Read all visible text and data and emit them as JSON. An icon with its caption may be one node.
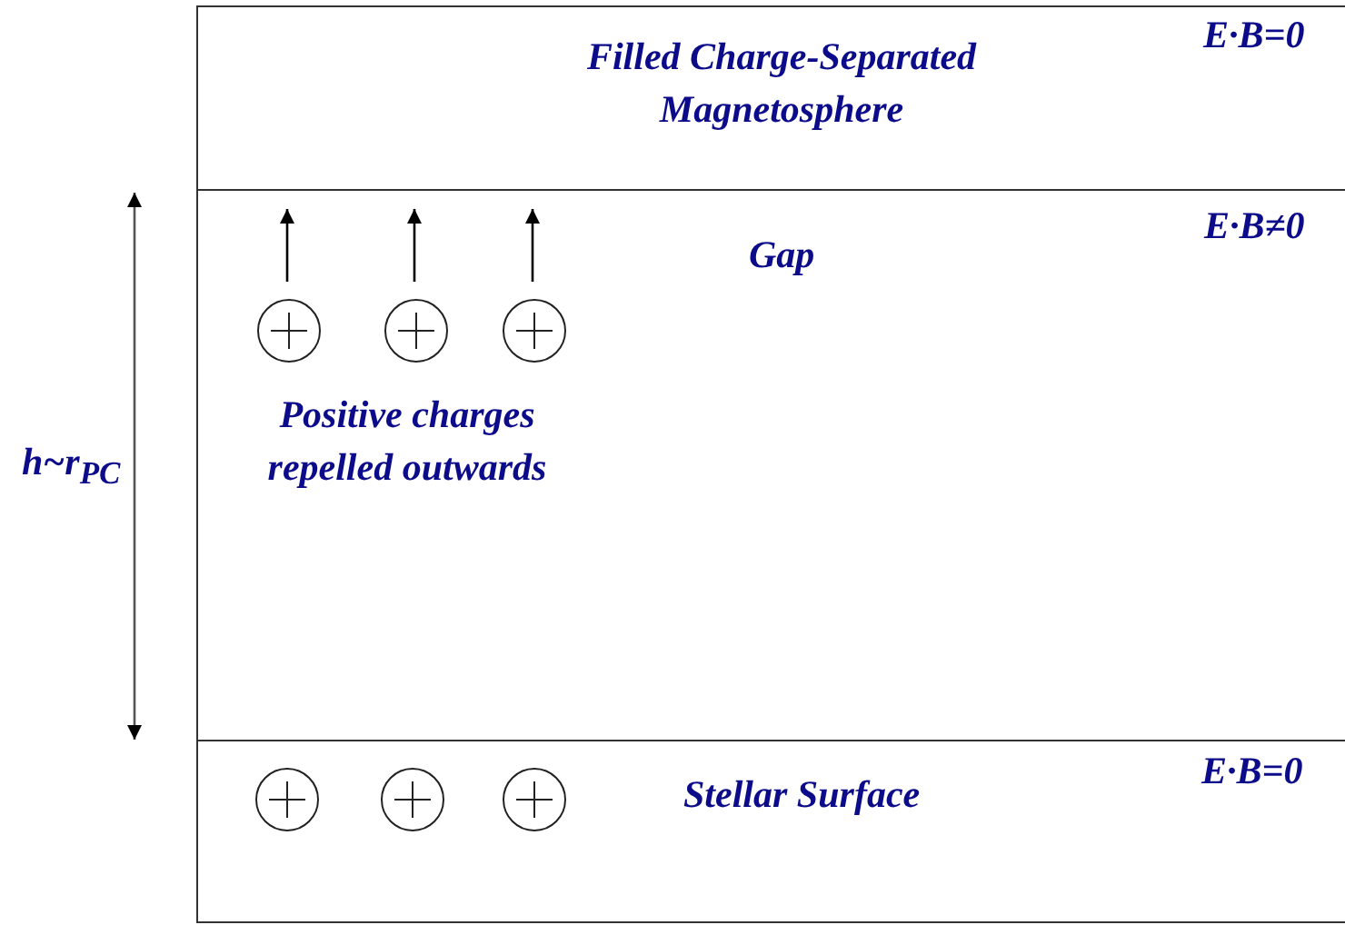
{
  "diagram": {
    "nodes": [
      {
        "text": [
          "Filled Charge-Separated Magnetosphere",
          "E·B=0"
        ]
      },
      {
        "text": [
          "Gap",
          "E·B≠0",
          "Positive charges repelled outwards"
        ]
      },
      {
        "text": [
          "Stellar Surface",
          "E·B=0"
        ]
      },
      {
        "text": [],
        "shape": "circle",
        "in": 1
      },
      {
        "text": [],
        "shape": "circle",
        "in": 1
      },
      {
        "text": [],
        "shape": "circle",
        "in": 1
      },
      {
        "text": [],
        "shape": "circle",
        "in": 2
      },
      {
        "text": [],
        "shape": "circle",
        "in": 2
      },
      {
        "text": [],
        "shape": "circle",
        "in": 2
      }
    ],
    "labels": [
      "h~r$_{PC}$"
    ]
  }
}
